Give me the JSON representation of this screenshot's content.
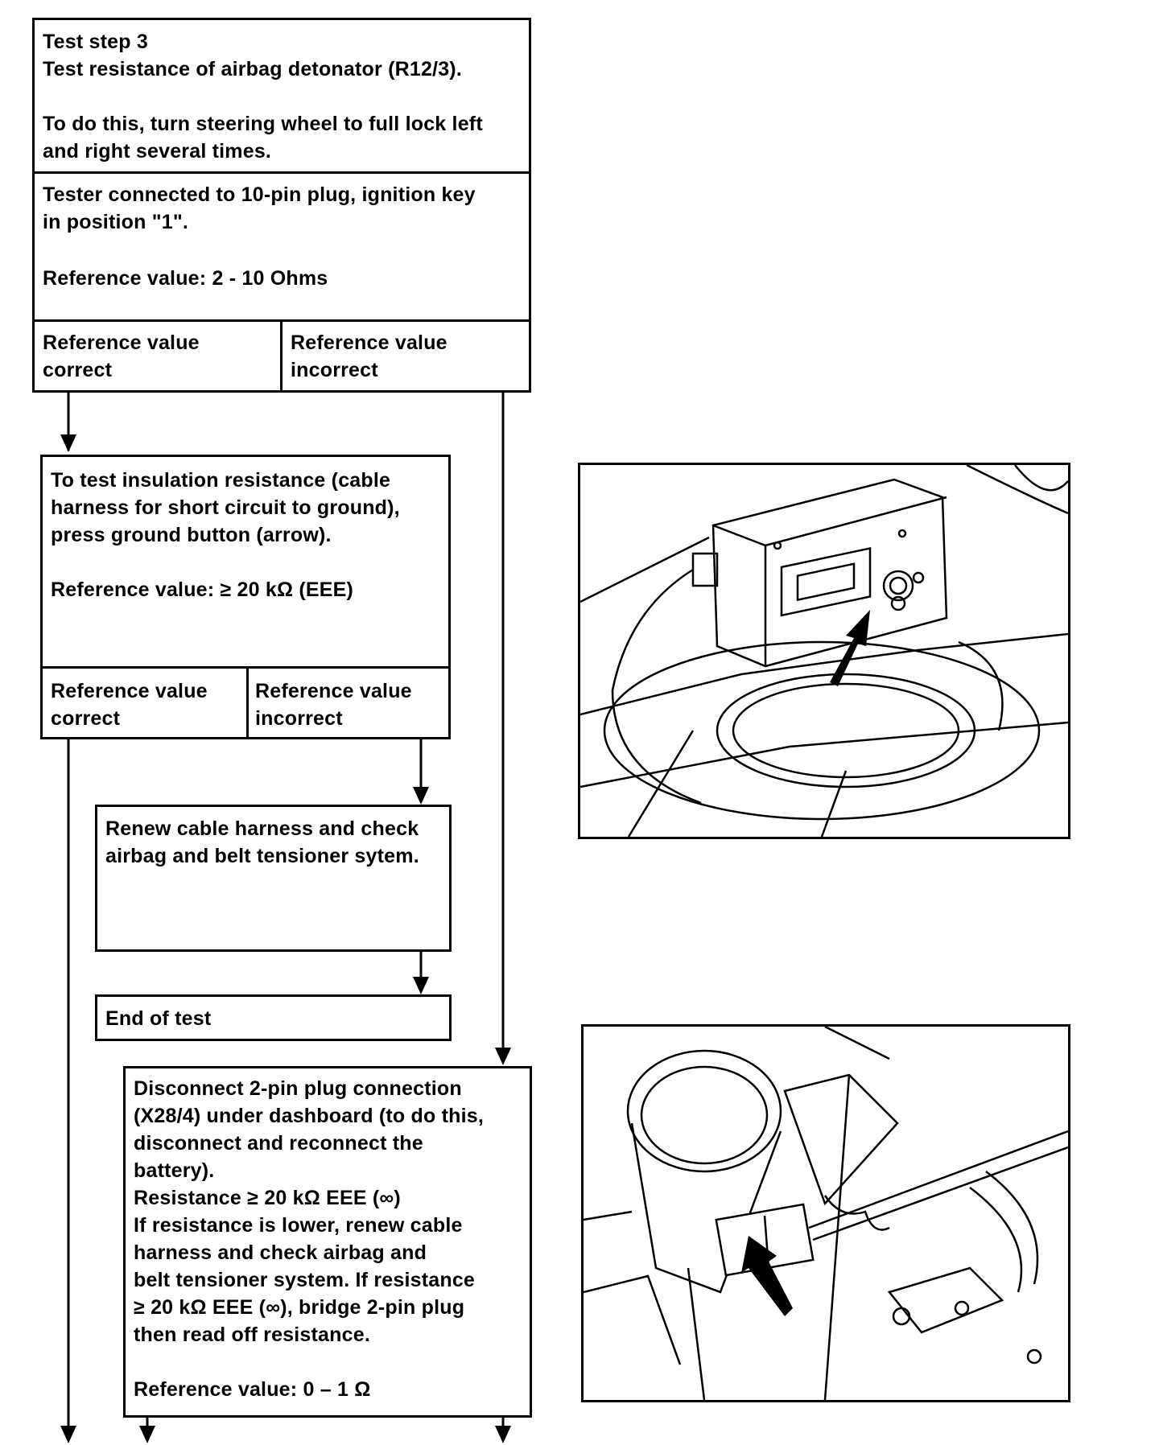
{
  "step1": {
    "title": "Test step 3",
    "subtitle": "Test resistance of airbag detonator (R12/3).",
    "instruction": "To do this, turn steering wheel to full lock left\nand right several times.",
    "condition": "Tester connected to 10-pin plug, ignition key\nin position \"1\".",
    "reference": "Reference value:  2 - 10 Ohms",
    "correct": "Reference value\ncorrect",
    "incorrect": "Reference value\nincorrect"
  },
  "step2": {
    "text": "To test insulation resistance (cable\nharness for short circuit to ground),\npress ground button (arrow).",
    "reference": "Reference value:  ≥  20 kΩ (EEE)",
    "correct": "Reference value\ncorrect",
    "incorrect": "Reference value\nincorrect"
  },
  "renew": {
    "text": "Renew cable harness and check\nairbag and belt tensioner sytem."
  },
  "end": {
    "text": "End of test"
  },
  "disconnect": {
    "text": "Disconnect 2-pin plug connection\n(X28/4) under dashboard (to do this,\ndisconnect and reconnect the\nbattery).\nResistance ≥  20 kΩ EEE (∞)\nIf resistance is lower, renew cable\nharness and check airbag and\nbelt tensioner system. If resistance\n ≥  20 kΩ EEE (∞), bridge 2-pin plug\nthen read off resistance.",
    "reference": "Reference value: 0 – 1 Ω"
  }
}
